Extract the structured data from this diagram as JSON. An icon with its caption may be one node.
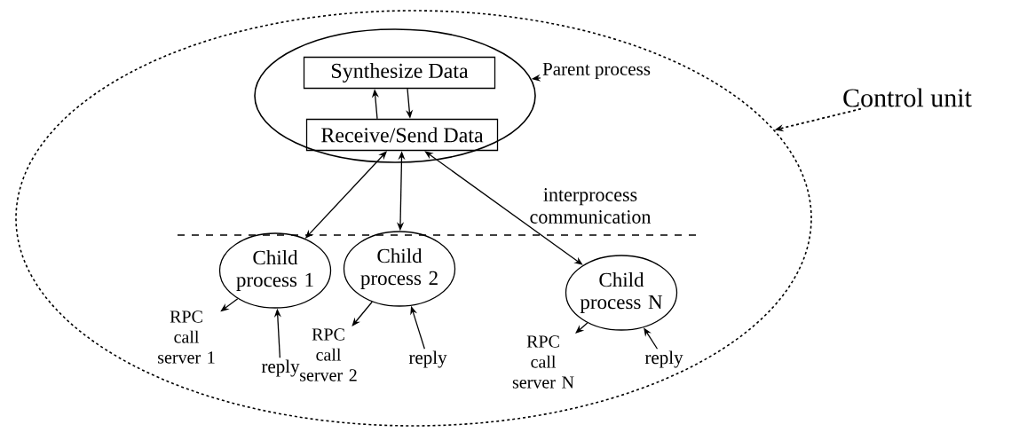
{
  "diagram": {
    "nodes": [
      {
        "text": [],
        "shape": "ellipse"
      },
      {
        "text": [
          "Control unit"
        ]
      },
      {
        "text": [],
        "shape": "ellipse",
        "in": 0
      },
      {
        "text": [
          "Parent process"
        ],
        "in": 0
      },
      {
        "text": [
          "Synthesize Data"
        ],
        "in": 2
      },
      {
        "text": [
          "Receive/Send Data"
        ],
        "in": 2
      },
      {
        "text": [
          "Child process 1"
        ],
        "in": 0
      },
      {
        "text": [
          "Child process 2"
        ],
        "in": 0
      },
      {
        "text": [
          "Child process N"
        ],
        "in": 0
      },
      {
        "text": [
          "RPC call server 1"
        ],
        "in": 0
      },
      {
        "text": [
          "reply"
        ],
        "in": 0
      },
      {
        "text": [
          "RPC call server 2"
        ],
        "in": 0
      },
      {
        "text": [
          "reply"
        ],
        "in": 0
      },
      {
        "text": [
          "RPC call server N"
        ],
        "in": 0
      },
      {
        "text": [
          "reply"
        ],
        "in": 0
      }
    ],
    "edges": [
      {
        "from": 1,
        "to": 0,
        "arrow": "to",
        "style": "dashed"
      },
      {
        "from": 3,
        "to": 2,
        "arrow": "to"
      },
      {
        "from": 5,
        "to": 4,
        "arrow": "to"
      },
      {
        "from": 4,
        "to": 5,
        "arrow": "to"
      },
      {
        "from": 5,
        "to": 6,
        "arrow": "both"
      },
      {
        "from": 5,
        "to": 7,
        "arrow": "both"
      },
      {
        "from": 5,
        "to": 8,
        "arrow": "both"
      },
      {
        "from": 6,
        "to": 9,
        "arrow": "to"
      },
      {
        "from": 10,
        "to": 6,
        "arrow": "to"
      },
      {
        "from": 7,
        "to": 11,
        "arrow": "to"
      },
      {
        "from": 12,
        "to": 7,
        "arrow": "to"
      },
      {
        "from": 8,
        "to": 13,
        "arrow": "to"
      },
      {
        "from": 14,
        "to": 8,
        "arrow": "to"
      }
    ],
    "labels": [
      "interprocess communication"
    ]
  }
}
